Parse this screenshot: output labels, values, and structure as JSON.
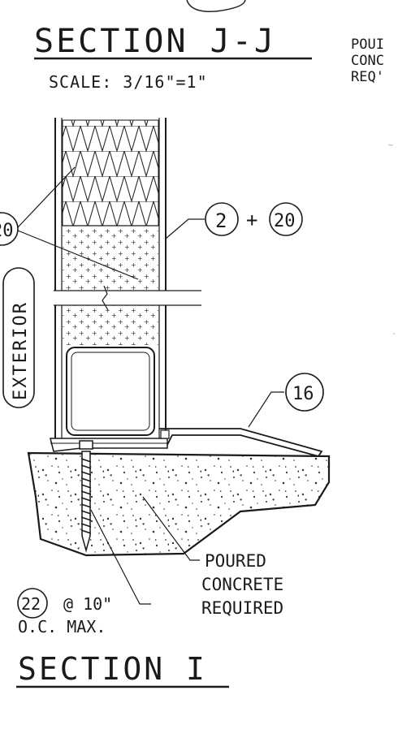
{
  "section_top": {
    "title": "SECTION J-J",
    "scale": "SCALE: 3/16\"=1\""
  },
  "side_note": {
    "line1": "POUI",
    "line2": "CONC",
    "line3": "REQ'"
  },
  "callouts": {
    "left_tag": "20",
    "tag_a": "2",
    "plus": "+",
    "tag_b": "20",
    "tag_16": "16",
    "tag_22": "22"
  },
  "labels": {
    "exterior": "EXTERIOR",
    "concrete_line1": "POURED",
    "concrete_line2": "CONCRETE",
    "concrete_line3": "REQUIRED",
    "anchor_spacing": "@  10\"",
    "anchor_oc": "O.C. MAX."
  },
  "section_bottom": {
    "title": "SECTION I"
  }
}
